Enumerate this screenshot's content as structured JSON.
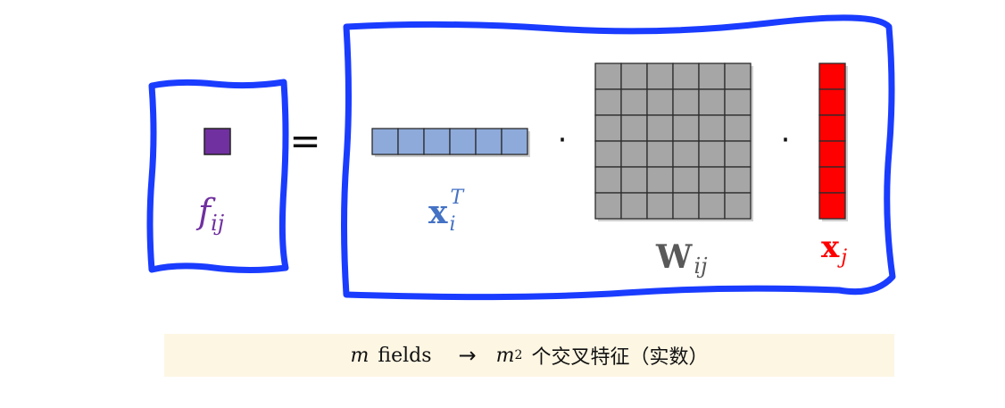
{
  "colors": {
    "frame": "#1a3cff",
    "result_cell": "#7030a0",
    "xi_cell": "#8eaadb",
    "xi_label": "#4472c4",
    "w_cell": "#a6a6a6",
    "w_label": "#595959",
    "xj_cell": "#ff0000",
    "xj_label": "#ff0000",
    "caption_bg": "#fdf6e3"
  },
  "equation": {
    "equals": "=",
    "dot": "·",
    "result_label": {
      "base": "f",
      "sub": "ij"
    },
    "xi_label": {
      "base": "x",
      "sub": "i",
      "sup": "T"
    },
    "w_label": {
      "base": "W",
      "sub": "ij"
    },
    "xj_label": {
      "base": "x",
      "sub": "j"
    }
  },
  "grids": {
    "xi": {
      "rows": 1,
      "cols": 6
    },
    "w": {
      "rows": 6,
      "cols": 6
    },
    "xj": {
      "rows": 6,
      "cols": 1
    }
  },
  "caption": {
    "m": "m",
    "fields": "fields",
    "arrow": "→",
    "m2_base": "m",
    "m2_exp": "2",
    "text": "个交叉特征（实数）"
  }
}
